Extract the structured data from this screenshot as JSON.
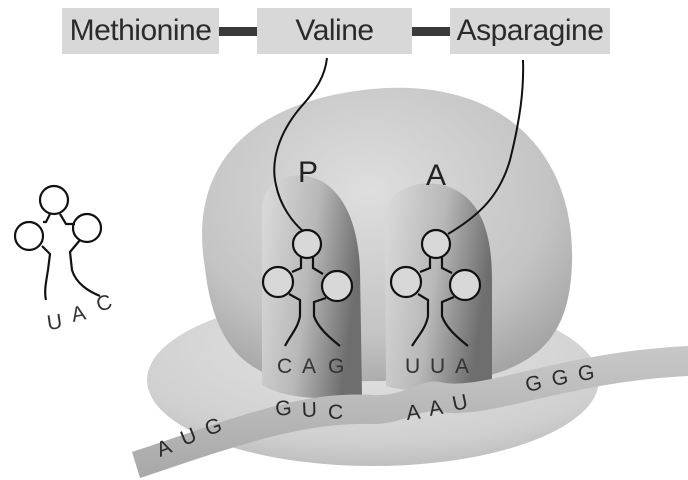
{
  "amino_acids": {
    "first": "Methionine",
    "second": "Valine",
    "third": "Asparagine"
  },
  "sites": {
    "p": "P",
    "a": "A"
  },
  "anticodons": {
    "free_trna": [
      "U",
      "A",
      "C"
    ],
    "p_site_trna": [
      "C",
      "A",
      "G"
    ],
    "a_site_trna": [
      "U",
      "U",
      "A"
    ]
  },
  "mrna_codons": {
    "codon1": [
      "A",
      "U",
      "G"
    ],
    "codon2": [
      "G",
      "U",
      "C"
    ],
    "codon3": [
      "A",
      "A",
      "U"
    ],
    "codon4": [
      "G",
      "G",
      "G"
    ]
  },
  "colors": {
    "chip": "#d8d8d8",
    "bond": "#3a3a3a",
    "ribosome_light": "#cfcfcf",
    "ribosome_dark": "#9a9a9a",
    "mrna": "#b5b5b5"
  }
}
